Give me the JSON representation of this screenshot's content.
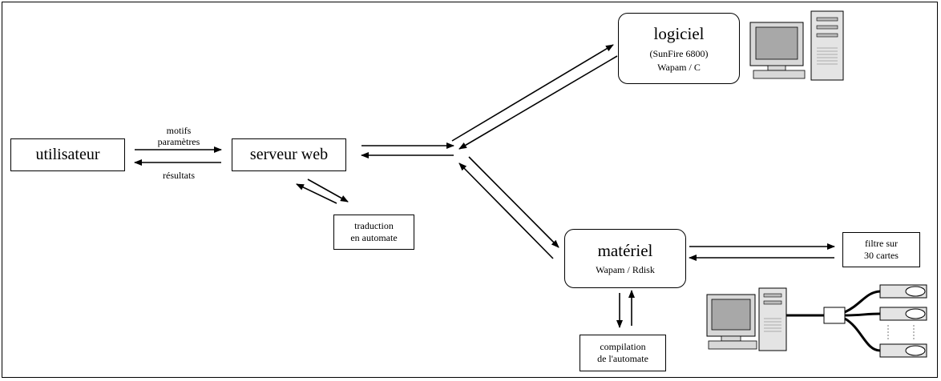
{
  "nodes": {
    "utilisateur": "utilisateur",
    "serveur": "serveur web",
    "traduction": [
      "traduction",
      "en automate"
    ],
    "logiciel": {
      "title": "logiciel",
      "line1": "(SunFire 6800)",
      "line2": "Wapam / C"
    },
    "materiel": {
      "title": "matériel",
      "line1": "Wapam / Rdisk"
    },
    "filtre": [
      "filtre sur",
      "30 cartes"
    ],
    "compilation": [
      "compilation",
      "de l'automate"
    ]
  },
  "edges": {
    "to_server": [
      "motifs",
      "paramètres"
    ],
    "to_user": "résultats"
  },
  "icons": [
    "computer-workstation-icon",
    "computer-with-cards-icon"
  ]
}
